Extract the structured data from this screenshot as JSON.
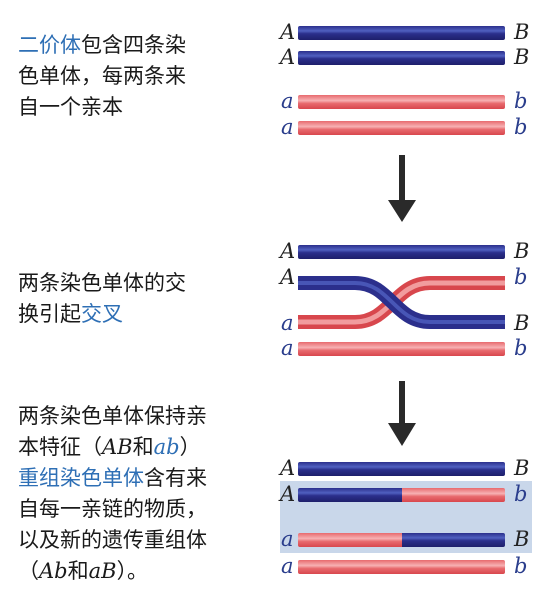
{
  "panel1": {
    "line1_hl": "二价体",
    "line1_rest": "包含四条染",
    "line2": "色单体，每两条来",
    "line3": "自一个亲本"
  },
  "panel2": {
    "line1": "两条染色单体的交",
    "line2_pre": "换引起",
    "line2_hl": "交叉"
  },
  "panel3": {
    "line1": "两条染色单体保持亲",
    "line2_pre": "本特征（",
    "line2_AB": "AB",
    "line2_and": "和",
    "line2_ab": "ab",
    "line2_post": "）",
    "line3_hl": "重组染色单体",
    "line3_rest": "含有来",
    "line4": "自每一亲链的物质，",
    "line5": "以及新的遗传重组体",
    "line6_pre": "（",
    "line6_Ab": "Ab",
    "line6_and": "和",
    "line6_aB": "aB",
    "line6_post": "）。"
  },
  "labels": {
    "A": "A",
    "B": "B",
    "a": "a",
    "b": "b"
  },
  "colors": {
    "blue_strand": "#2b2f8c",
    "red_strand": "#e86a6e",
    "highlight_text": "#2e6fb5",
    "highlight_box": "#c9d7ea",
    "arrow": "#2a2a2a"
  },
  "icons": [
    "down-arrow-icon",
    "down-arrow-icon"
  ]
}
